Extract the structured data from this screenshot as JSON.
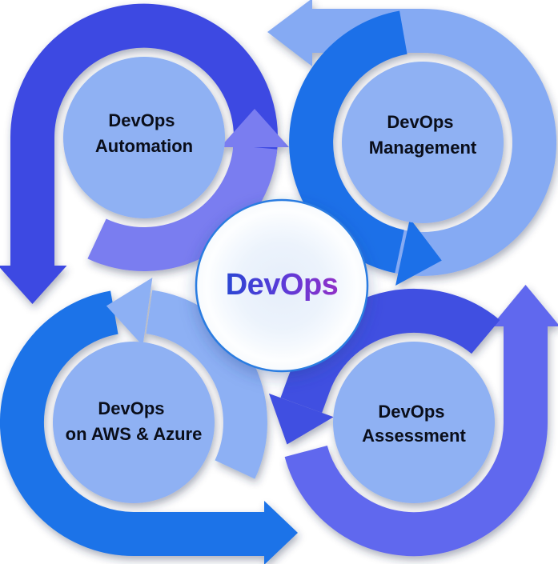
{
  "background": "#ffffff",
  "center": {
    "label": "DevOps",
    "gradient": [
      "#2b46d3",
      "#5a3bd8",
      "#9030c8"
    ],
    "border_color": "#2a7ce1",
    "rings": [
      "#e6eefa",
      "#ecf3fc",
      "#f5f9fe",
      "#fdfeff",
      "#f7fafd"
    ]
  },
  "nodes": [
    {
      "id": "automation",
      "line1": "DevOps",
      "line2": "Automation",
      "circle_fill": "#8fb1f3",
      "text_color": "#0a0e1a",
      "arc_primary": "#3d49e2",
      "arc_secondary": "#7a7df0"
    },
    {
      "id": "management",
      "line1": "DevOps",
      "line2": "Management",
      "circle_fill": "#8fb1f3",
      "text_color": "#0a0e1a",
      "arc_primary": "#85aaf3",
      "arc_secondary": "#1b70e8"
    },
    {
      "id": "aws-azure",
      "line1": "DevOps",
      "line2": "on AWS & Azure",
      "circle_fill": "#8fb1f3",
      "text_color": "#0a0e1a",
      "arc_primary": "#1a73e8",
      "arc_secondary": "#8db0f4"
    },
    {
      "id": "assessment",
      "line1": "DevOps",
      "line2": "Assessment",
      "circle_fill": "#8fb1f3",
      "text_color": "#0a0e1a",
      "arc_primary": "#6168ee",
      "arc_secondary": "#414fe1"
    }
  ]
}
